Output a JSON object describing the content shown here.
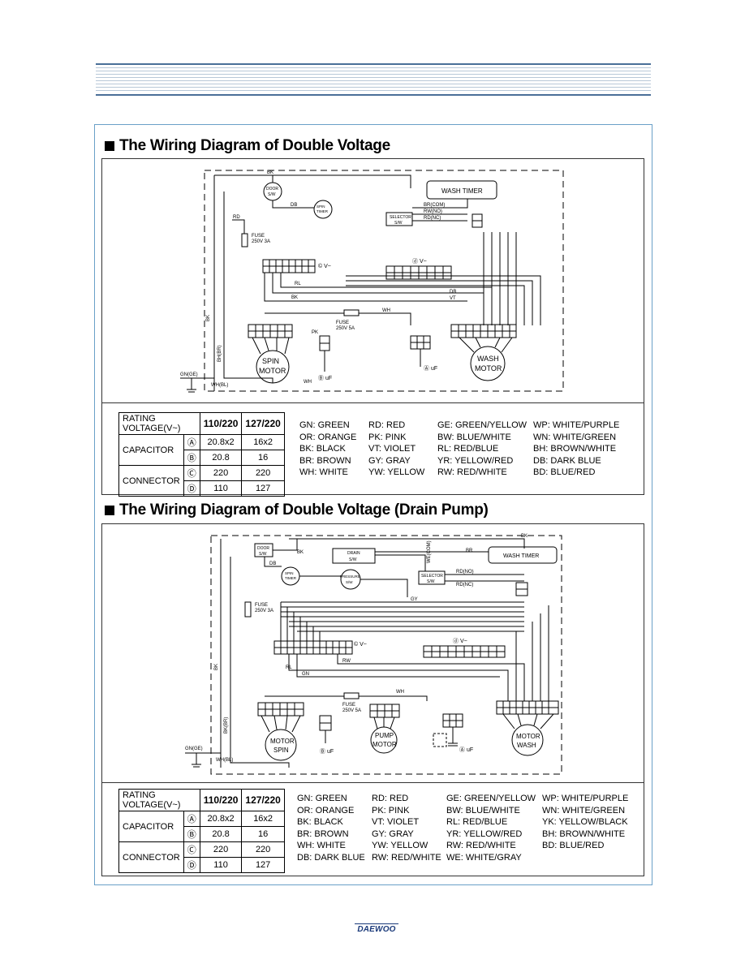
{
  "section1": {
    "title": "The Wiring Diagram of Double Voltage",
    "labels": {
      "bk_top": "BK",
      "door": [
        "DOOR",
        "S/W"
      ],
      "db": "DB",
      "spin_timer": [
        "SPIN",
        "TIMER"
      ],
      "wash_timer": "WASH TIMER",
      "br_com": "BR(COM)",
      "rw_no": "RW(NO)",
      "rd_nc": "RD(NC)",
      "selector": [
        "SELECTOR",
        "S/W"
      ],
      "rd": "RD",
      "fuse1": [
        "FUSE",
        "250V 3A"
      ],
      "conn_c": "© V~",
      "conn_d": "ⓓ V~",
      "rl": "RL",
      "bk_mid": "BK",
      "wh": "WH",
      "fuse2": [
        "FUSE",
        "250V 5A"
      ],
      "pk": "PK",
      "bk_left": "BK",
      "bh_br": "BH(BR)",
      "spin_motor": [
        "SPIN",
        "MOTOR"
      ],
      "wash_motor": [
        "WASH",
        "MOTOR"
      ],
      "gn_ge": "GN(GE)",
      "wh_bl": "WH(BL)",
      "wh_bottom": "WH",
      "cap_b": "Ⓑ uF",
      "cap_a": "Ⓐ uF",
      "vt": "VT",
      "db2": "DB"
    },
    "rating": {
      "header": [
        "RATING",
        "VOLTAGE(V~)"
      ],
      "cols": [
        "110/220",
        "127/220"
      ],
      "capacitor": "CAPACITOR",
      "connector": "CONNECTOR",
      "rows": [
        {
          "sym": "Ⓐ",
          "v1": "20.8x2",
          "v2": "16x2"
        },
        {
          "sym": "Ⓑ",
          "v1": "20.8",
          "v2": "16"
        },
        {
          "sym": "Ⓒ",
          "v1": "220",
          "v2": "220"
        },
        {
          "sym": "Ⓓ",
          "v1": "110",
          "v2": "127"
        }
      ]
    },
    "legend": [
      "GN: GREEN",
      "RD: RED",
      "GE: GREEN/YELLOW",
      "WP: WHITE/PURPLE",
      "OR: ORANGE",
      "PK: PINK",
      "BW: BLUE/WHITE",
      "WN: WHITE/GREEN",
      "BK: BLACK",
      "VT: VIOLET",
      "RL: RED/BLUE",
      "BH: BROWN/WHITE",
      "BR: BROWN",
      "GY: GRAY",
      "YR: YELLOW/RED",
      "DB: DARK BLUE",
      "WH: WHITE",
      "YW: YELLOW",
      "RW: RED/WHITE",
      "BD: BLUE/RED"
    ]
  },
  "section2": {
    "title": "The Wiring Diagram of Double Voltage (Drain Pump)",
    "labels": {
      "door": [
        "DOOR",
        "S/W"
      ],
      "bk": "BK",
      "drain": [
        "DRAIN",
        "S/W"
      ],
      "br": "BR",
      "we_com": "WE(COM)",
      "wash_timer": "WASH TIMER",
      "bk_top": "BK",
      "db": "DB",
      "spin_timer": [
        "SPIN",
        "TIMER"
      ],
      "pressure": [
        "PRESSURE",
        "S/W"
      ],
      "selector": [
        "SELECTOR",
        "S/W"
      ],
      "rd_no": "RD(NO)",
      "rd_nc": "RD(NC)",
      "gy": "GY",
      "fuse1": [
        "FUSE",
        "250V 3A"
      ],
      "conn_c": "© V~",
      "conn_d": "ⓓ V~",
      "rl": "RL",
      "gn": "GN",
      "rw": "RW",
      "fuse2": [
        "FUSE",
        "250V 5A"
      ],
      "wh": "WH",
      "motor_spin": [
        "MOTOR",
        "SPIN"
      ],
      "pump_motor": [
        "PUMP",
        "MOTOR"
      ],
      "motor_wash": [
        "MOTOR",
        "WASH"
      ],
      "gn_ge": "GN(GE)",
      "wh_bl": "WH(BL)",
      "bk_br": "BK(BR)",
      "bk_left": "BK",
      "cap_b": "Ⓑ uF",
      "cap_a": "Ⓐ uF"
    },
    "rating": {
      "header": [
        "RATING",
        "VOLTAGE(V~)"
      ],
      "cols": [
        "110/220",
        "127/220"
      ],
      "capacitor": "CAPACITOR",
      "connector": "CONNECTOR",
      "rows": [
        {
          "sym": "Ⓐ",
          "v1": "20.8x2",
          "v2": "16x2"
        },
        {
          "sym": "Ⓑ",
          "v1": "20.8",
          "v2": "16"
        },
        {
          "sym": "Ⓒ",
          "v1": "220",
          "v2": "220"
        },
        {
          "sym": "Ⓓ",
          "v1": "110",
          "v2": "127"
        }
      ]
    },
    "legend": [
      "GN: GREEN",
      "RD: RED",
      "GE: GREEN/YELLOW",
      "WP: WHITE/PURPLE",
      "OR: ORANGE",
      "PK: PINK",
      "BW: BLUE/WHITE",
      "WN: WHITE/GREEN",
      "BK: BLACK",
      "VT: VIOLET",
      "RL: RED/BLUE",
      "YK: YELLOW/BLACK",
      "BR: BROWN",
      "GY: GRAY",
      "YR: YELLOW/RED",
      "BH: BROWN/WHITE",
      "WH: WHITE",
      "YW: YELLOW",
      "RW: RED/WHITE",
      "BD: BLUE/RED",
      "DB: DARK BLUE",
      "RW: RED/WHITE",
      "WE: WHITE/GRAY",
      ""
    ]
  },
  "footer": {
    "brand": "DAEWOO"
  },
  "colors": {
    "frame": "#6aa0c8",
    "header_rule": "#4a6f98",
    "ink": "#000000"
  }
}
